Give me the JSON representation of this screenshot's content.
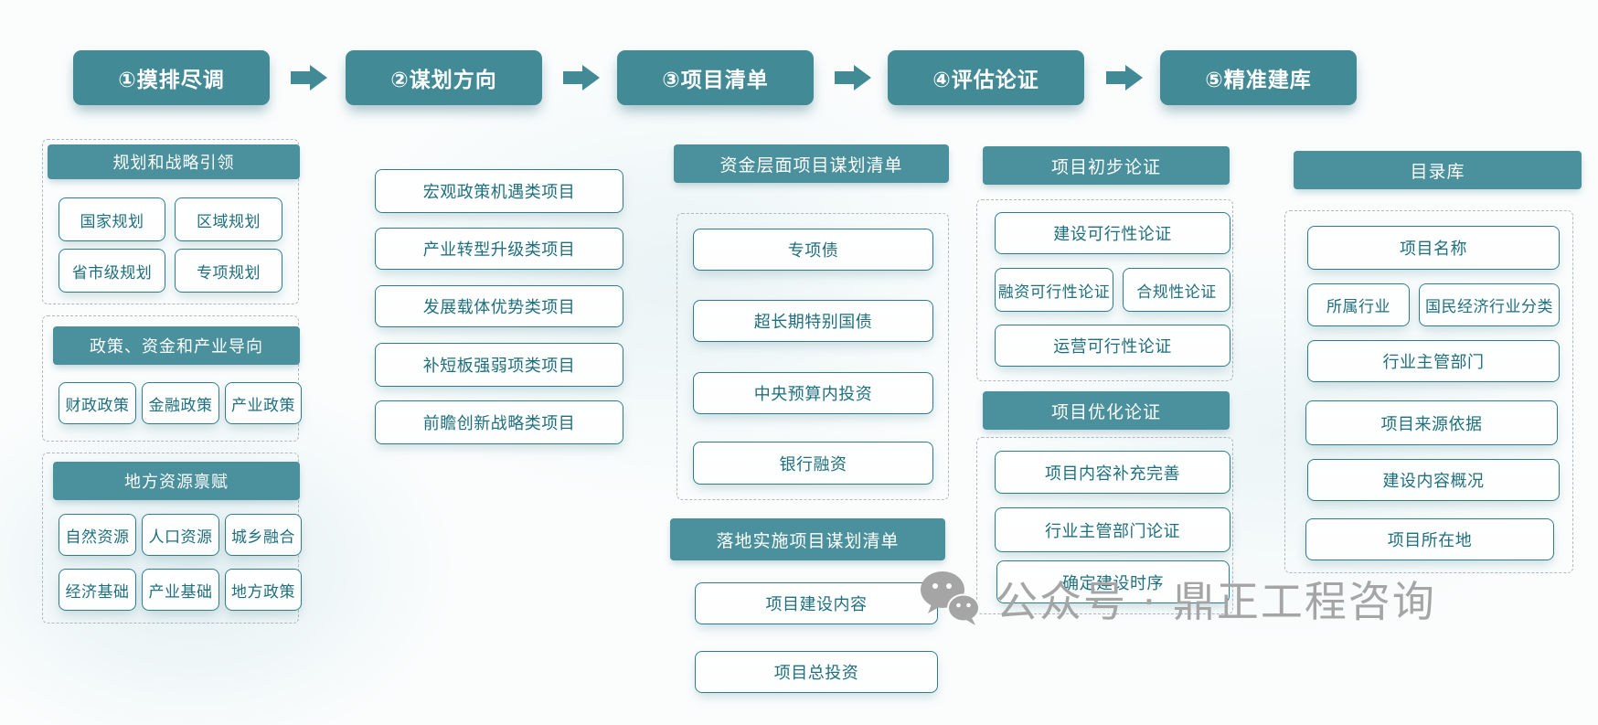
{
  "steps": [
    "①摸排尽调",
    "②谋划方向",
    "③项目清单",
    "④评估论证",
    "⑤精准建库"
  ],
  "col1": {
    "g1": {
      "header": "规划和战略引领",
      "items": [
        "国家规划",
        "区域规划",
        "省市级规划",
        "专项规划"
      ]
    },
    "g2": {
      "header": "政策、资金和产业导向",
      "items": [
        "财政政策",
        "金融政策",
        "产业政策"
      ]
    },
    "g3": {
      "header": "地方资源禀赋",
      "items": [
        "自然资源",
        "人口资源",
        "城乡融合",
        "经济基础",
        "产业基础",
        "地方政策"
      ]
    }
  },
  "col2": {
    "items": [
      "宏观政策机遇类项目",
      "产业转型升级类项目",
      "发展载体优势类项目",
      "补短板强弱项类项目",
      "前瞻创新战略类项目"
    ]
  },
  "col3": {
    "g1": {
      "header": "资金层面项目谋划清单",
      "items": [
        "专项债",
        "超长期特别国债",
        "中央预算内投资",
        "银行融资"
      ]
    },
    "g2": {
      "header": "落地实施项目谋划清单",
      "items": [
        "项目建设内容",
        "项目总投资"
      ]
    }
  },
  "col4": {
    "g1": {
      "header": "项目初步论证",
      "items": [
        "建设可行性论证",
        "融资可行性论证",
        "合规性论证",
        "运营可行性论证"
      ]
    },
    "g2": {
      "header": "项目优化论证",
      "items": [
        "项目内容补充完善",
        "行业主管部门论证",
        "确定建设时序"
      ]
    }
  },
  "col5": {
    "header": "目录库",
    "items": [
      "项目名称",
      "所属行业",
      "国民经济行业分类",
      "行业主管部门",
      "项目来源依据",
      "建设内容概况",
      "项目所在地"
    ]
  },
  "watermark": {
    "icon": "wechat-icon",
    "text": "公众号 · 鼎正工程咨询"
  },
  "colors": {
    "step_teal": "#418A96",
    "section_bar": "#4A909D",
    "box_border": "#2E7D8C",
    "box_text": "#1F6F7E",
    "dashed_border": "#b0babc",
    "watermark_gray": "#a5a5a5"
  }
}
